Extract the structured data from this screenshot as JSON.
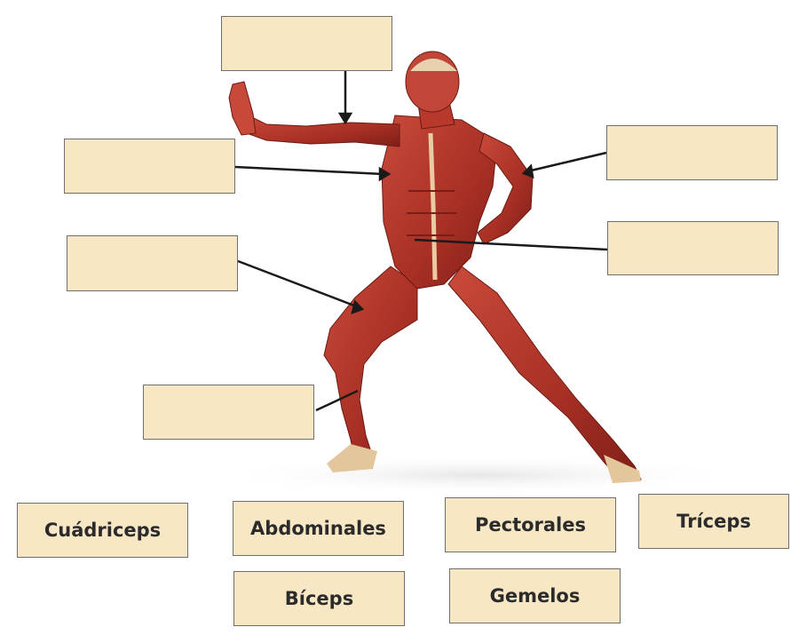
{
  "diagram": {
    "answer_cards": [
      {
        "id": "cuadriceps",
        "label": "Cuádriceps"
      },
      {
        "id": "abdominales",
        "label": "Abdominales"
      },
      {
        "id": "pectorales",
        "label": "Pectorales"
      },
      {
        "id": "triceps",
        "label": "Tríceps"
      },
      {
        "id": "biceps",
        "label": "Bíceps"
      },
      {
        "id": "gemelos",
        "label": "Gemelos"
      }
    ],
    "blank_labels": 6,
    "colors": {
      "box_fill": "#f8e7c4",
      "box_border": "#6f6f6f",
      "muscle": "#b8382c",
      "muscle_dark": "#7e1f18",
      "tendon": "#e8cfa8",
      "leader_line": "#1a1a1a",
      "card_text": "#2b2b2b"
    }
  }
}
